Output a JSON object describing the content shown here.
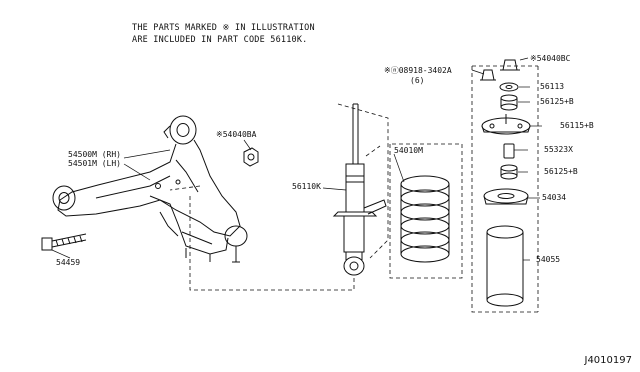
{
  "note": {
    "line1": "THE PARTS MARKED ※ IN ILLUSTRATION",
    "line2": "ARE INCLUDED IN PART CODE 56110K."
  },
  "labels": {
    "p54040BA": "※54040BA",
    "p54500M": "54500M (RH)",
    "p54501M": "54501M (LH)",
    "p54459": "54459",
    "p56110K": "56110K",
    "p54010M": "54010M",
    "p08918": "※ⓝ08918-3402A",
    "p08918_qty": "(6)",
    "p54040BC": "※54040BC",
    "p56113": "56113",
    "p56125B_a": "56125+B",
    "p56115B": "56115+B",
    "p55323X": "55323X",
    "p56125B_b": "56125+B",
    "p54034": "54034",
    "p54055": "54055"
  },
  "diagram_id": "J4010197"
}
